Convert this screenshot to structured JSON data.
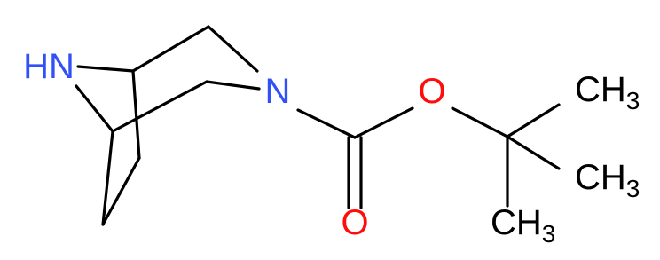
{
  "molecule": {
    "atoms": [
      {
        "id": "nh",
        "text": "HN",
        "color": "#3050F8"
      },
      {
        "id": "n",
        "text": "N",
        "color": "#3050F8"
      },
      {
        "id": "o_ester",
        "text": "O",
        "color": "#FF0D0D"
      },
      {
        "id": "o_carbonyl",
        "text": "O",
        "color": "#FF0D0D"
      },
      {
        "id": "me1",
        "text": "CH",
        "sub": "3",
        "color": "#000000"
      },
      {
        "id": "me2",
        "text": "CH",
        "sub": "3",
        "color": "#000000"
      },
      {
        "id": "me3",
        "text": "CH",
        "sub": "3",
        "color": "#000000"
      }
    ],
    "bond_color": "#000000"
  }
}
